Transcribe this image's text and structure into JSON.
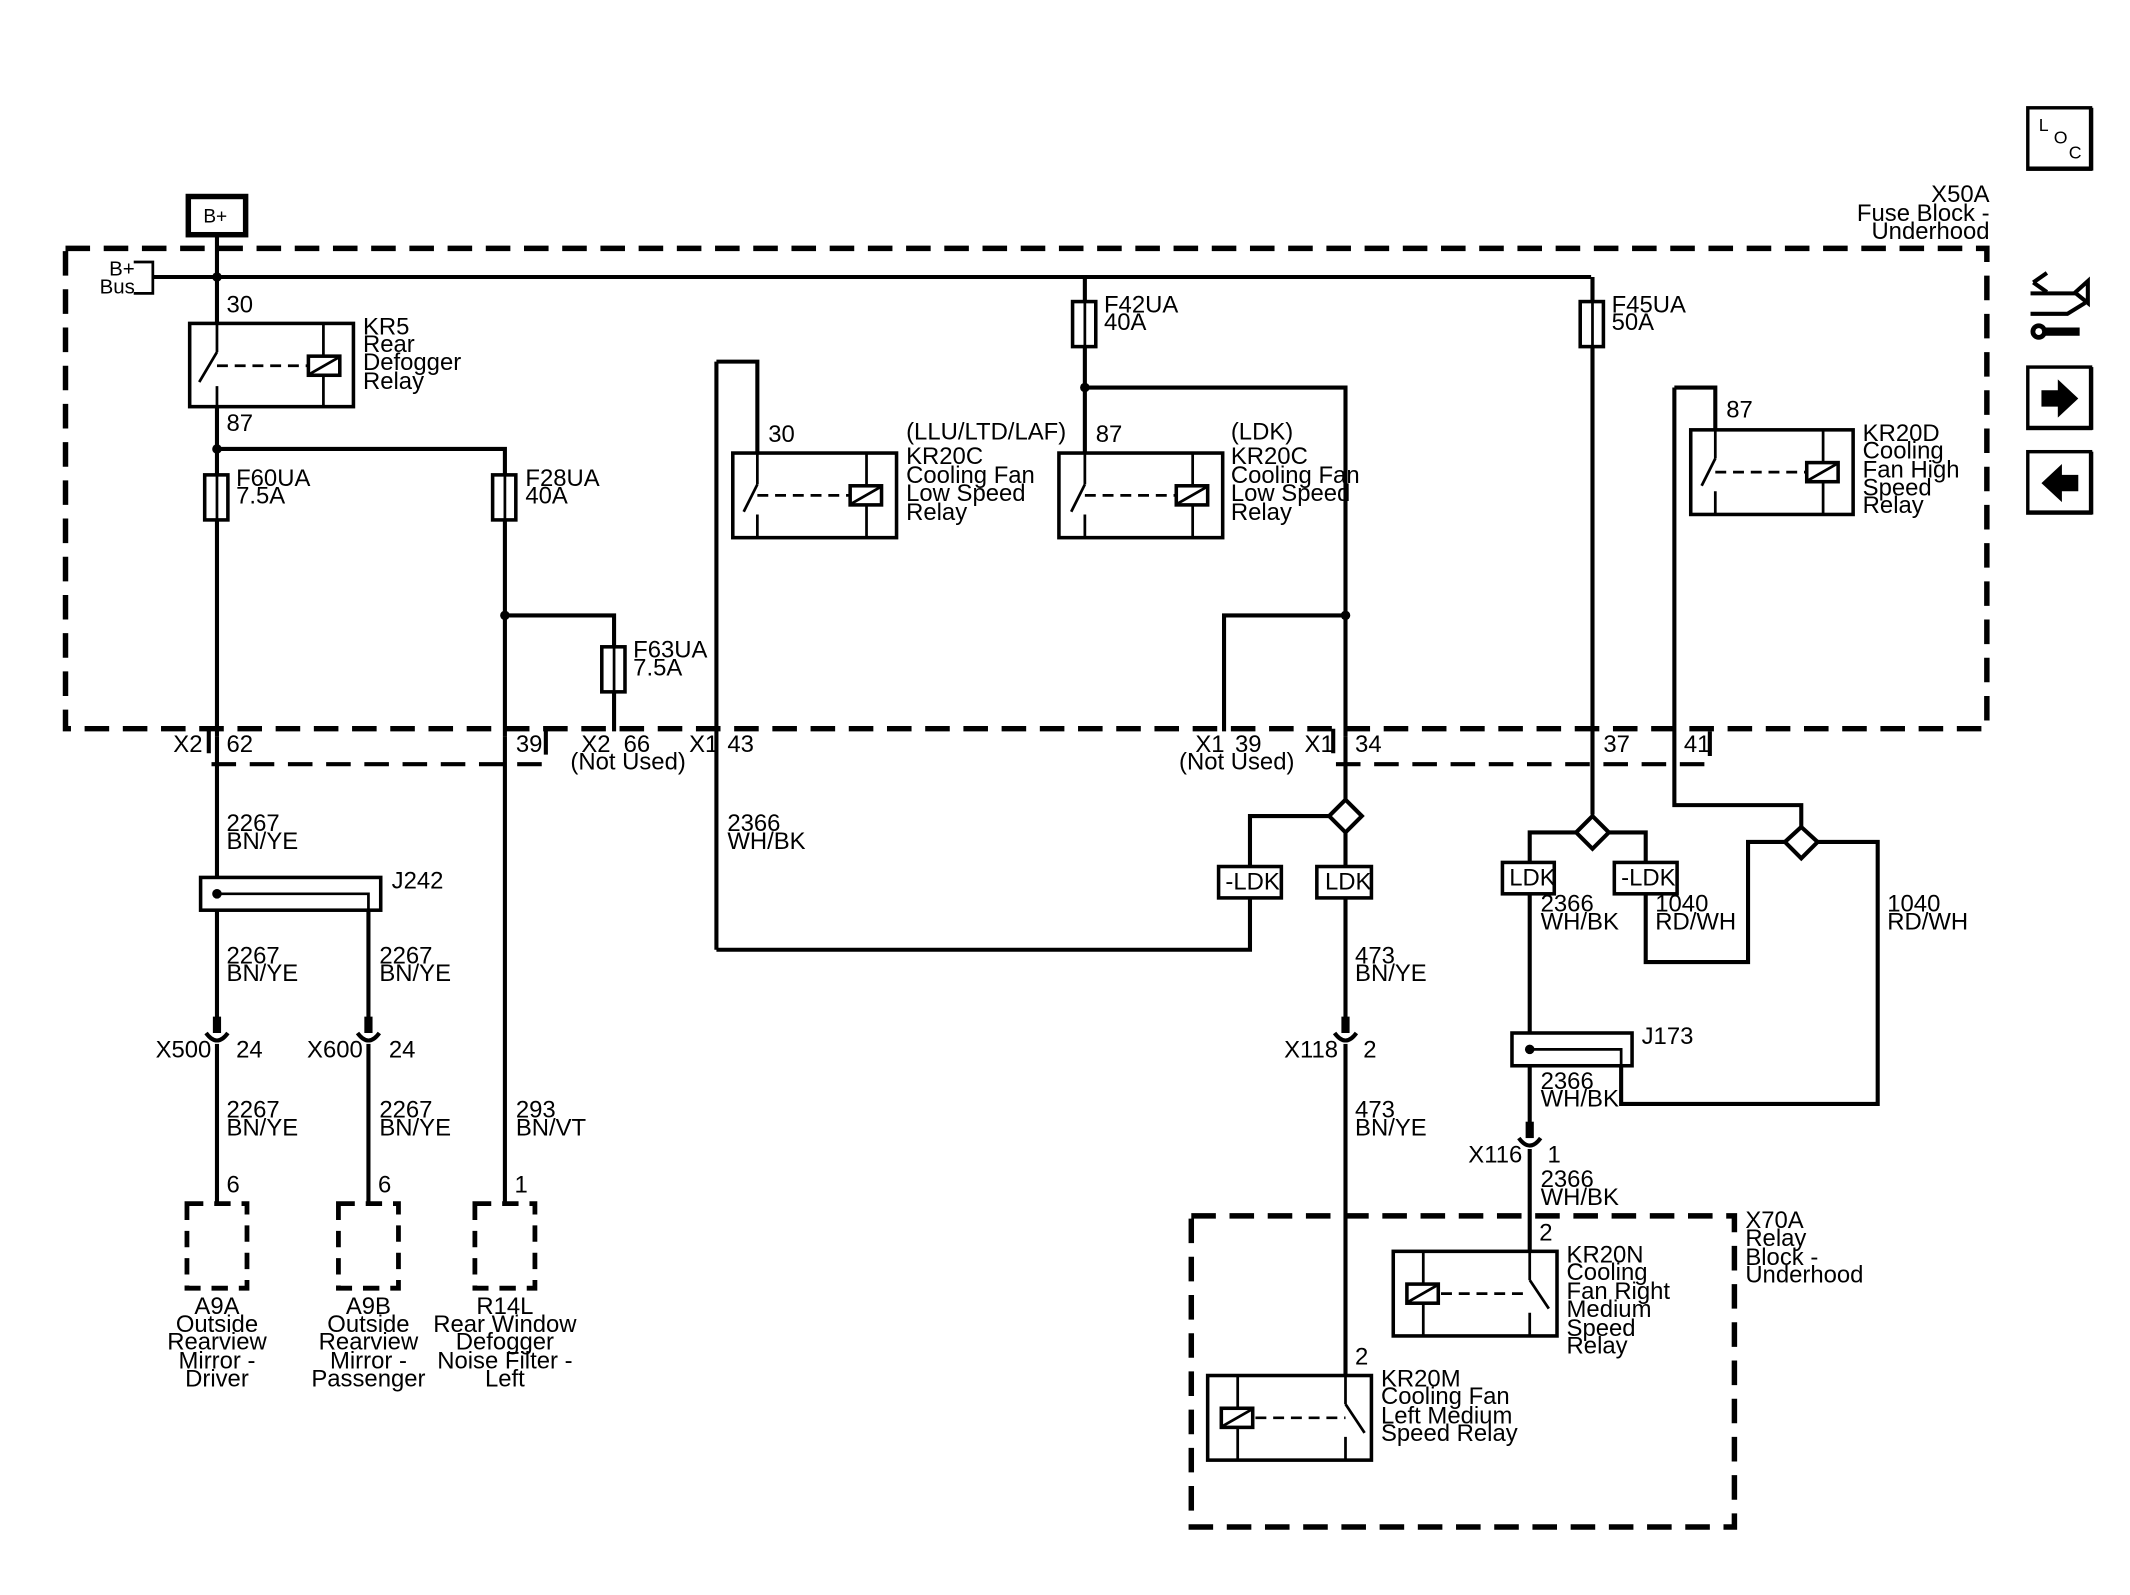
{
  "power": {
    "source_label": "B+",
    "bus_label_1": "B+",
    "bus_label_2": "Bus"
  },
  "nav": {
    "loc_l": "L",
    "loc_o": "O",
    "loc_c": "C",
    "icons": [
      "loc-icon",
      "connector-tools-icon",
      "next-arrow-icon",
      "previous-arrow-icon"
    ]
  },
  "fuse_block": {
    "id": "X50A",
    "name_1": "Fuse Block -",
    "name_2": "Underhood"
  },
  "relay_block": {
    "id": "X70A",
    "name_1": "Relay",
    "name_2": "Block -",
    "name_3": "Underhood"
  },
  "relays": {
    "kr5": {
      "lines": [
        "KR5",
        "Rear",
        "Defogger",
        "Relay"
      ],
      "pin_in": "30",
      "pin_out": "87"
    },
    "kr20c_llu": {
      "variant": "(LLU/LTD/LAF)",
      "lines": [
        "KR20C",
        "Cooling Fan",
        "Low Speed",
        "Relay"
      ],
      "pin": "30"
    },
    "kr20c_ldk": {
      "variant": "(LDK)",
      "lines": [
        "KR20C",
        "Cooling Fan",
        "Low Speed",
        "Relay"
      ],
      "pin": "87"
    },
    "kr20d": {
      "lines": [
        "KR20D",
        "Cooling",
        "Fan High",
        "Speed",
        "Relay"
      ],
      "pin": "87"
    },
    "kr20n": {
      "lines": [
        "KR20N",
        "Cooling",
        "Fan Right",
        "Medium",
        "Speed",
        "Relay"
      ],
      "pin": "2"
    },
    "kr20m": {
      "lines": [
        "KR20M",
        "Cooling Fan",
        "Left Medium",
        "Speed Relay"
      ],
      "pin": "2"
    }
  },
  "fuses": {
    "f60ua": {
      "name": "F60UA",
      "rating": "7.5A"
    },
    "f28ua": {
      "name": "F28UA",
      "rating": "40A"
    },
    "f63ua": {
      "name": "F63UA",
      "rating": "7.5A"
    },
    "f42ua": {
      "name": "F42UA",
      "rating": "40A"
    },
    "f45ua": {
      "name": "F45UA",
      "rating": "50A"
    }
  },
  "connectors": {
    "x2_62": {
      "conn": "X2",
      "pin": "62"
    },
    "x2_39": {
      "pin": "39"
    },
    "x2_66": {
      "conn": "X2",
      "pin": "66",
      "note": "(Not Used)"
    },
    "x1_43": {
      "conn": "X1",
      "pin": "43"
    },
    "x1_39": {
      "conn": "X1",
      "pin": "39",
      "note": "(Not Used)"
    },
    "x1_34": {
      "conn": "X1",
      "pin": "34"
    },
    "x1_37": {
      "pin": "37"
    },
    "x1_41": {
      "pin": "41"
    },
    "x500": {
      "conn": "X500",
      "pin": "24"
    },
    "x600": {
      "conn": "X600",
      "pin": "24"
    },
    "x118": {
      "conn": "X118",
      "pin": "2"
    },
    "x116": {
      "conn": "X116",
      "pin": "1"
    }
  },
  "splices": {
    "j242": "J242",
    "j173": "J173"
  },
  "options": {
    "not_ldk_1": "-LDK",
    "ldk_1": "LDK",
    "ldk_2": "LDK",
    "not_ldk_2": "-LDK"
  },
  "wires": {
    "w2267_a": {
      "circuit": "2267",
      "color": "BN/YE"
    },
    "w2267_b": {
      "circuit": "2267",
      "color": "BN/YE"
    },
    "w2267_c": {
      "circuit": "2267",
      "color": "BN/YE"
    },
    "w2267_d": {
      "circuit": "2267",
      "color": "BN/YE"
    },
    "w2267_e": {
      "circuit": "2267",
      "color": "BN/YE"
    },
    "w293": {
      "circuit": "293",
      "color": "BN/VT"
    },
    "w2366_a": {
      "circuit": "2366",
      "color": "WH/BK"
    },
    "w473_a": {
      "circuit": "473",
      "color": "BN/YE"
    },
    "w473_b": {
      "circuit": "473",
      "color": "BN/YE"
    },
    "w2366_b": {
      "circuit": "2366",
      "color": "WH/BK"
    },
    "w1040_a": {
      "circuit": "1040",
      "color": "RD/WH"
    },
    "w1040_b": {
      "circuit": "1040",
      "color": "RD/WH"
    },
    "w2366_c": {
      "circuit": "2366",
      "color": "WH/BK"
    },
    "w2366_d": {
      "circuit": "2366",
      "color": "WH/BK"
    }
  },
  "components": {
    "a9a": {
      "pin": "6",
      "lines": [
        "A9A",
        "Outside",
        "Rearview",
        "Mirror -",
        "Driver"
      ]
    },
    "a9b": {
      "pin": "6",
      "lines": [
        "A9B",
        "Outside",
        "Rearview",
        "Mirror -",
        "Passenger"
      ]
    },
    "r14l": {
      "pin": "1",
      "lines": [
        "R14L",
        "Rear Window",
        "Defogger",
        "Noise Filter -",
        "Left"
      ]
    }
  }
}
